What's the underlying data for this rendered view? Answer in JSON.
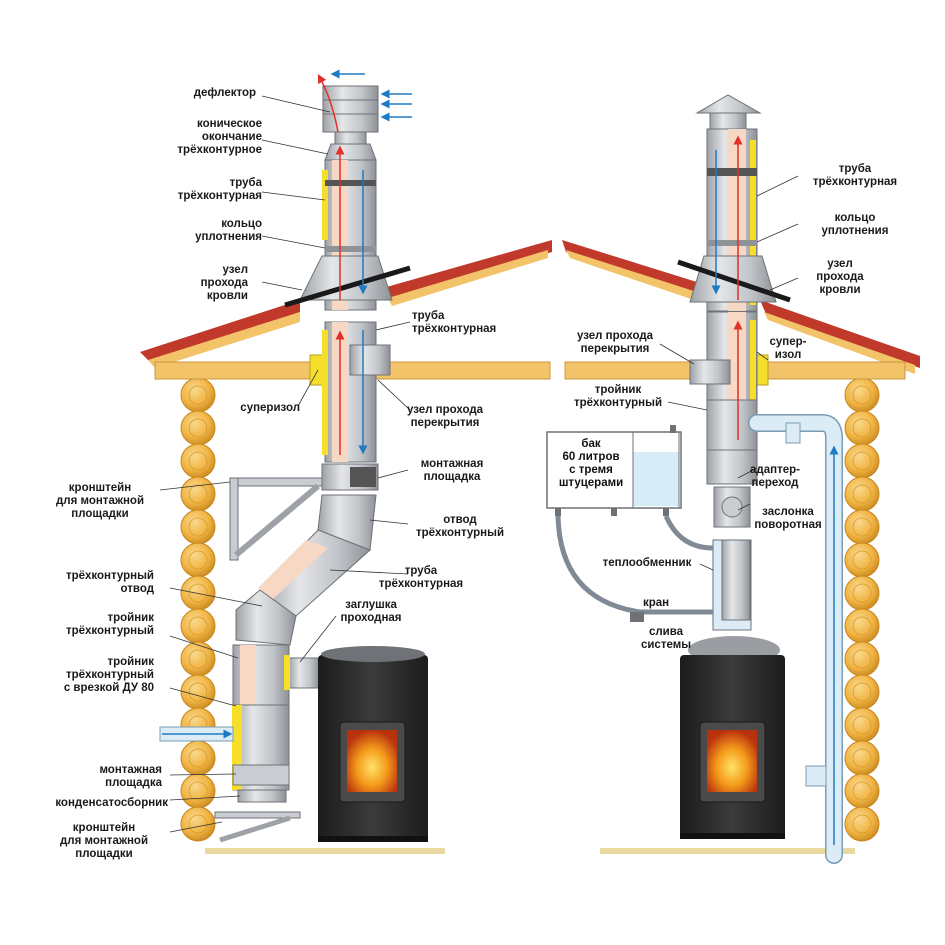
{
  "colors": {
    "steel": "#c9ccd0",
    "steel_dark": "#8f9398",
    "insulation": "#f6d8c4",
    "yellow": "#f5df2a",
    "roof_red": "#c0392b",
    "wood": "#f3c36a",
    "log": "#f1b94a",
    "stove": "#2a2a2a",
    "fire": "#f08a12",
    "water": "#d7ecf7",
    "pipe_blue": "#dcecf6",
    "arrow_red": "#e0302a",
    "arrow_blue": "#1f7ac4",
    "floor": "#e9d8a0",
    "leader": "#333333"
  },
  "left_labels": {
    "deflector": "дефлектор",
    "conical_end": "коническое\nокончание\nтрёхконтурное",
    "pipe1": "труба\nтрёхконтурная",
    "seal_ring": "кольцо\nуплотнения",
    "roof_node": "узел\nпрохода\nкровли",
    "pipe2": "труба\nтрёхконтурная",
    "superizol": "суперизол",
    "ceiling_node": "узел прохода\nперекрытия",
    "bracket1": "кронштейн\nдля монтажной\nплощадки",
    "mount_platform1": "монтажная\nплощадка",
    "elbow1": "отвод\nтрёхконтурный",
    "pipe3": "труба\nтрёхконтурная",
    "elbow2": "трёхконтурный\nотвод",
    "through_plug": "заглушка\nпроходная",
    "tee1": "тройник\nтрёхконтурный",
    "tee2": "тройник\nтрёхконтурный\nс врезкой ДУ 80",
    "mount_platform2": "монтажная\nплощадка",
    "condensate": "конденсатосборник",
    "bracket2": "кронштейн\nдля монтажной\nплощадки"
  },
  "right_labels": {
    "pipe1": "труба\nтрёхконтурная",
    "seal_ring": "кольцо\nуплотнения",
    "roof_node": "узел\nпрохода\nкровли",
    "ceiling_node": "узел прохода\nперекрытия",
    "superizol": "супер-\nизол",
    "tee": "тройник\nтрёхконтурный",
    "tank": "бак\n60 литров\nс тремя\nштуцерами",
    "adapter": "адаптер-\nпереход",
    "damper": "заслонка\nповоротная",
    "heat_exchanger": "теплообменник",
    "valve": "кран",
    "drain": "слива\nсистемы"
  }
}
